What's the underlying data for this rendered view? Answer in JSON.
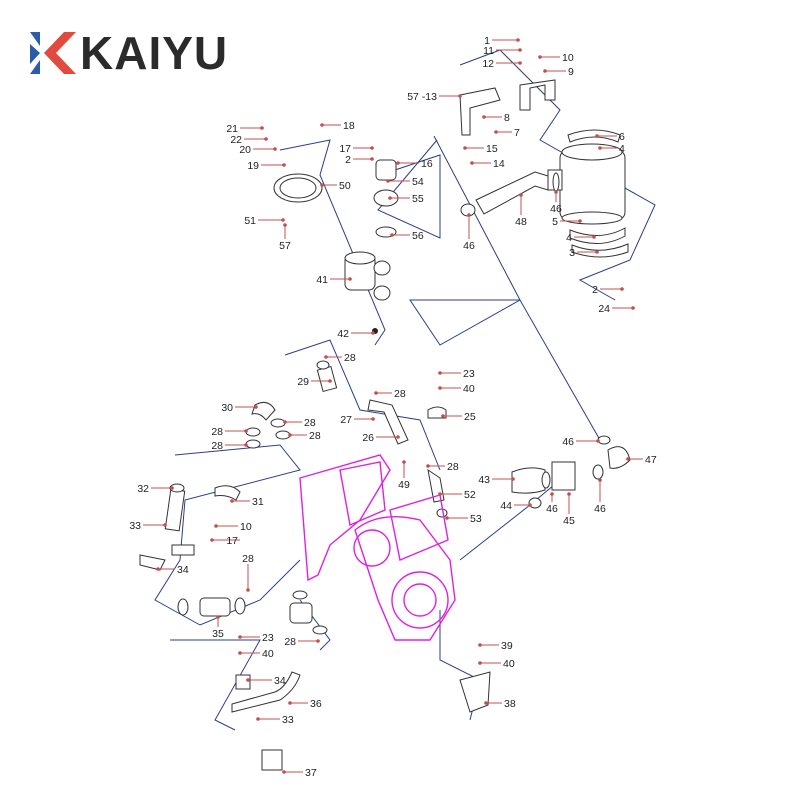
{
  "brand": {
    "name": "KAIYU",
    "colors": {
      "blue": "#2a5caa",
      "red": "#e04a3f",
      "text": "#2b2b2b"
    }
  },
  "diagram": {
    "title": "Air intake system exploded parts diagram",
    "callouts": [
      "1",
      "11",
      "12",
      "10",
      "9",
      "57 -13",
      "8",
      "7",
      "15",
      "14",
      "6",
      "4",
      "48",
      "46",
      "46",
      "5",
      "4",
      "3",
      "2",
      "24",
      "21",
      "18",
      "22",
      "20",
      "17",
      "2",
      "16",
      "19",
      "54",
      "50",
      "55",
      "51",
      "57",
      "56",
      "41",
      "42",
      "28",
      "29",
      "28",
      "23",
      "40",
      "27",
      "25",
      "30",
      "28",
      "28",
      "28",
      "28",
      "26",
      "46",
      "47",
      "49",
      "28",
      "43",
      "52",
      "32",
      "31",
      "44",
      "46",
      "45",
      "46",
      "53",
      "33",
      "10",
      "17",
      "34",
      "28",
      "35",
      "23",
      "40",
      "28",
      "39",
      "40",
      "34",
      "36",
      "38",
      "33",
      "37"
    ]
  }
}
